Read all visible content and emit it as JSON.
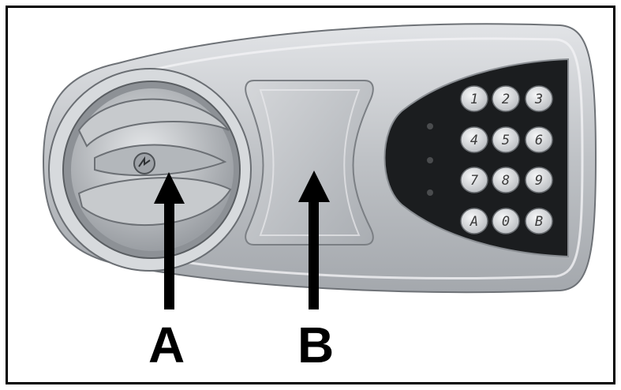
{
  "callouts": {
    "a_label": "A",
    "b_label": "B"
  },
  "keypad": {
    "keys": [
      "1",
      "2",
      "3",
      "4",
      "5",
      "6",
      "7",
      "8",
      "9",
      "A",
      "0",
      "B"
    ]
  },
  "colors": {
    "frame": "#000000",
    "housing_silver": "#c4c7cb",
    "keypad_panel": "#1a1c1e",
    "key_face": "#e8e9eb"
  },
  "icons": {
    "handle_center": "arrow-logo-icon",
    "callout_arrow": "arrow-up-icon"
  }
}
